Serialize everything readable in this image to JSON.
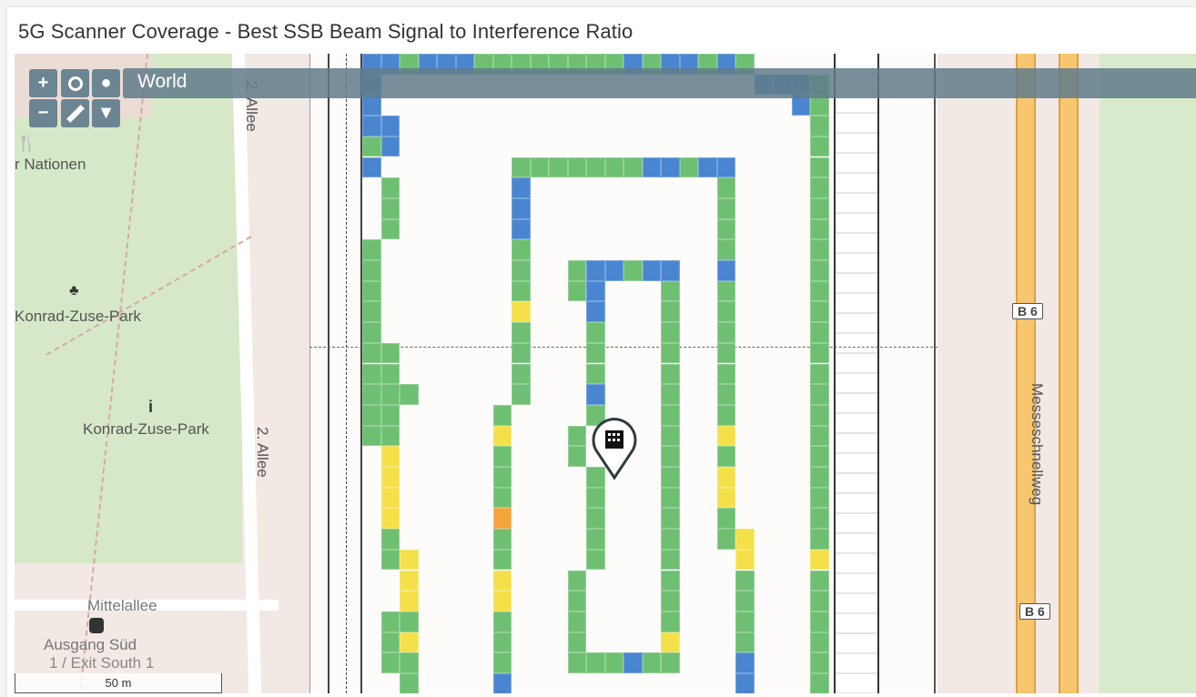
{
  "title": "5G Scanner Coverage - Best SSB Beam Signal to Interference Ratio",
  "controls": {
    "zoom_in": "+",
    "zoom_out": "−",
    "locate_icon": "crosshair-icon",
    "marker_icon": "map-pin-icon",
    "measure_icon": "ruler-icon",
    "filter_icon": "filter-icon",
    "location_label": "World"
  },
  "map_labels": {
    "nationen": "r Nationen",
    "park1": "Konrad-Zuse-Park",
    "park2": "Konrad-Zuse-Park",
    "allee": "2. Allee",
    "mittelallee": "Mittelallee",
    "ausgang": "Ausgang Süd",
    "exit": "1 / Exit South 1",
    "messeschnellweg": "Messeschnellweg",
    "b6_top": "B 6",
    "b6_bottom": "B 6"
  },
  "scale": "50 m",
  "legend_colors": {
    "good": "#6fbf73",
    "strong": "#4a86d0",
    "medium": "#f5e04a",
    "weak": "#f5a43a"
  }
}
